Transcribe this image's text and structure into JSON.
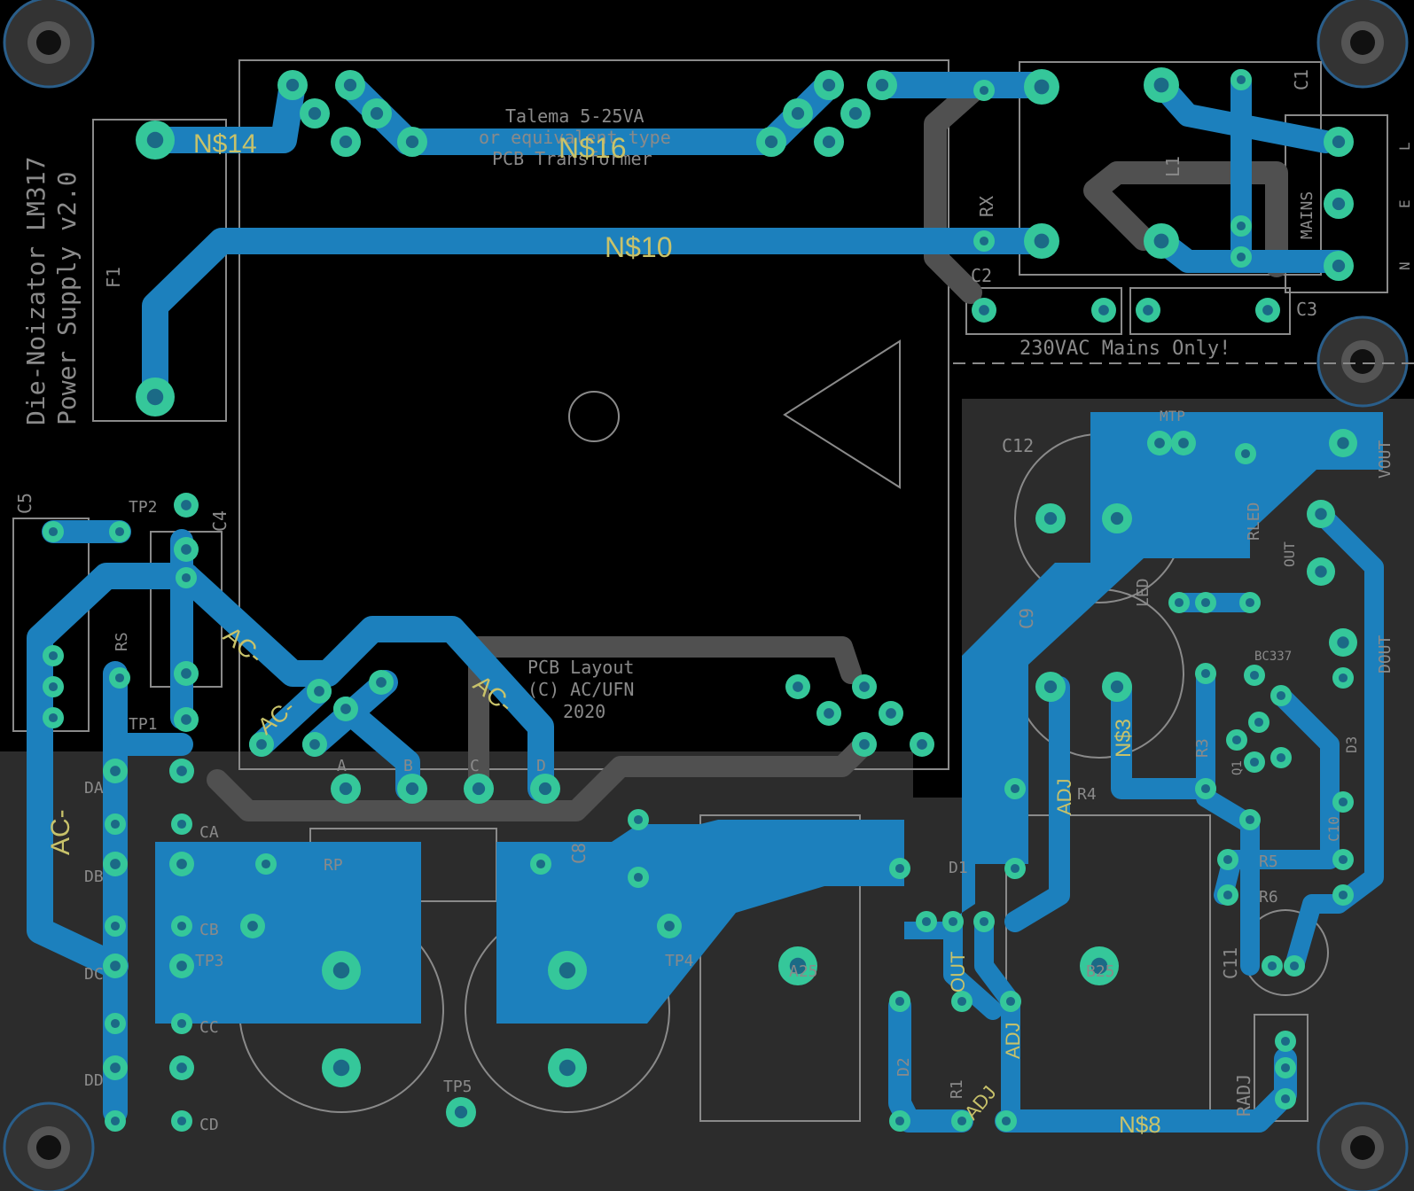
{
  "board": {
    "title_line1": "Die-Noizator LM317",
    "title_line2": "Power Supply v2.0",
    "warning_text": "230VAC Mains Only!",
    "credit_line1": "PCB Layout",
    "credit_line2": "(C) AC/UFN",
    "credit_line3": "2020",
    "transformer_line1": "Talema 5-25VA",
    "transformer_line2": "or equivalent type",
    "transformer_line3": "PCB Transformer"
  },
  "net_labels": {
    "n14": "N$14",
    "n16": "N$16",
    "n10": "N$10",
    "n3": "N$3",
    "n8": "N$8",
    "ac_left": "AC-",
    "ac_mid1": "AC-",
    "ac_mid2": "AC-",
    "ac_mid3": "AC-",
    "adj1": "ADJ",
    "adj2": "ADJ",
    "adj3": "ADJ",
    "out1": "OUT"
  },
  "refdes": {
    "f1": "F1",
    "c1": "C1",
    "c2": "C2",
    "c3": "C3",
    "c4": "C4",
    "c5": "C5",
    "c8": "C8",
    "c9": "C9",
    "c10": "C10",
    "c11": "C11",
    "c12": "C12",
    "l1": "L1",
    "rx": "RX",
    "rs": "RS",
    "rp": "RP",
    "radj": "RADJ",
    "r1": "R1",
    "r3": "R3",
    "r4": "R4",
    "r5": "R5",
    "r6": "R6",
    "d1": "D1",
    "d2": "D2",
    "d3": "D3",
    "q1": "Q1",
    "rled": "RLED",
    "led": "LED",
    "mtp": "MTP",
    "mains": "MAINS",
    "tp1": "TP1",
    "tp2": "TP2",
    "tp3": "TP3",
    "tp4": "TP4",
    "tp5": "TP5",
    "da": "DA",
    "db": "DB",
    "dc": "DC",
    "dd": "DD",
    "ca": "CA",
    "cb": "CB",
    "cc": "CC",
    "cd": "CD",
    "a25": "A25",
    "b25": "B25",
    "bc337": "BC337",
    "pin_a": "A",
    "pin_b": "B",
    "pin_c": "C",
    "pin_d": "D",
    "vout": "VOUT",
    "dout": "DOUT",
    "out": "OUT",
    "l": "L",
    "e": "E",
    "n": "N"
  },
  "colors": {
    "background": "#000000",
    "board_fill": "#2c2c2c",
    "trace_top": "#1c80bd",
    "pad": "#35c79a",
    "silkscreen": "#8a8a8a",
    "net_label": "#c8c26a"
  }
}
